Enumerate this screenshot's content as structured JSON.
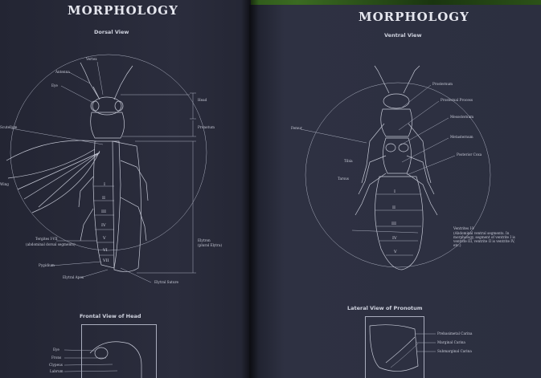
{
  "left_page": {
    "title": "MORPHOLOGY",
    "view_title": "Dorsal View",
    "labels": {
      "vertex": "Vertex",
      "antenna": "Antenna",
      "eye": "Eye",
      "scutellum": "Scutellum",
      "wing": "Wing",
      "head": "Head",
      "pronotum": "Pronotum",
      "tergites": "Tergites I-VII",
      "tergites_note": "(abdominal dorsal segments)",
      "pygidium": "Pygidium",
      "elytral_apex": "Elytral Apex",
      "elytral_suture": "Elytral Suture",
      "elytron": "Elytron",
      "elytron_note": "(plural Elytra)"
    },
    "segments": [
      "I",
      "II",
      "III",
      "IV",
      "V",
      "VI",
      "VII"
    ],
    "bottom_panel_title": "Frontal View of Head",
    "head_labels": [
      "Eye",
      "Frons",
      "Clypeus",
      "Labrum"
    ]
  },
  "right_page": {
    "title": "MORPHOLOGY",
    "view_title": "Ventral View",
    "labels": {
      "prosternum": "Prosternum",
      "prosternal_process": "Prosternal Process",
      "mesosternum": "Mesosternum",
      "metasternum": "Metasternum",
      "posterior_coxa": "Posterior Coxa",
      "femur": "Femur",
      "tibia": "Tibia",
      "tarsus": "Tarsus",
      "ventrites": "Ventrites I-V",
      "ventrites_note": "(Abdominal ventral segments. In morphology, segment of ventrite I is ventrite III, ventrite II is ventrite IV, etc.)"
    },
    "segments": [
      "I",
      "II",
      "III",
      "IV",
      "V"
    ],
    "bottom_panel_title": "Lateral View of Pronotum",
    "pronotum_labels": [
      "Prebasimetal Carina",
      "Marginal Carina",
      "Submarginal Carina"
    ]
  }
}
